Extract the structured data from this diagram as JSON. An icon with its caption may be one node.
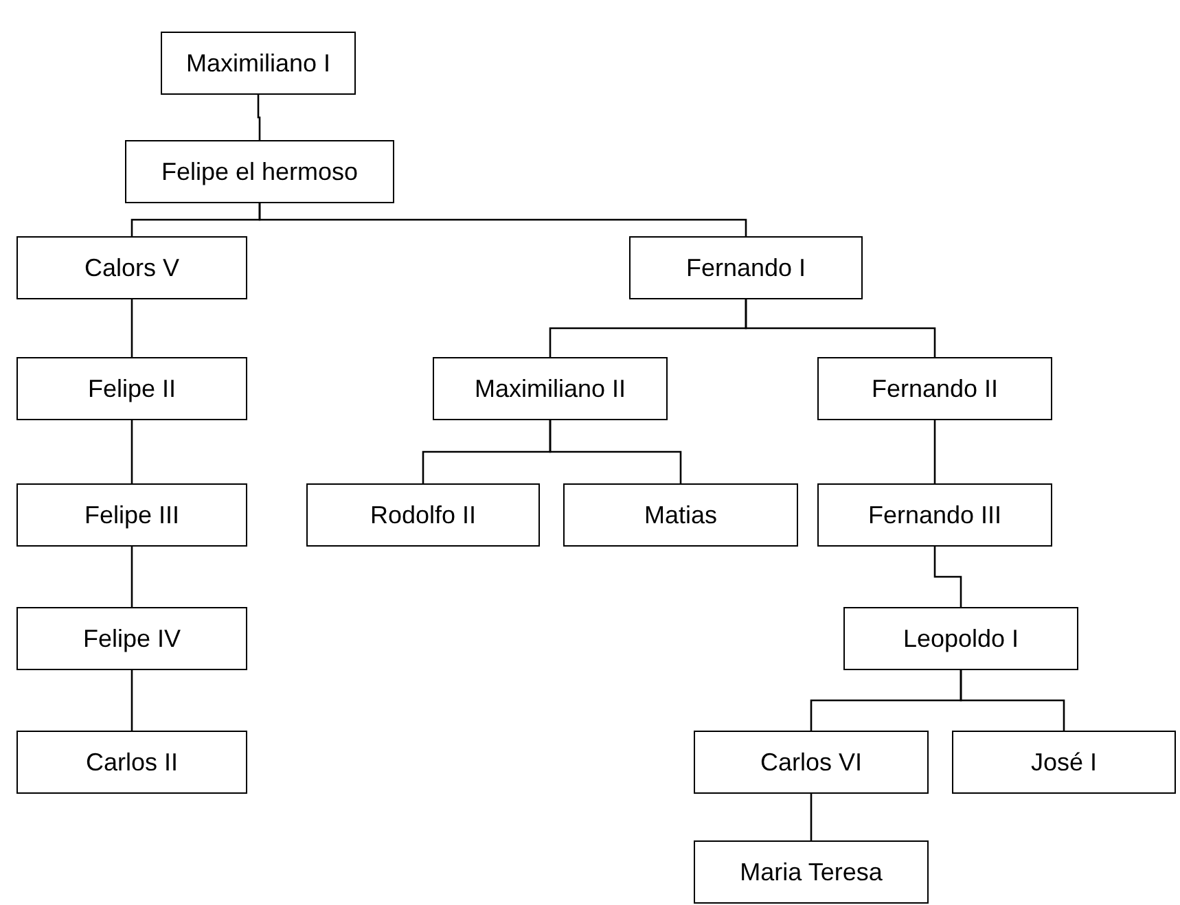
{
  "diagram": {
    "nodes": [
      {
        "text": [
          "Maximiliano I"
        ]
      },
      {
        "text": [
          "Felipe el hermoso"
        ]
      },
      {
        "text": [
          "Calors V"
        ]
      },
      {
        "text": [
          "Fernando I"
        ]
      },
      {
        "text": [
          "Felipe II"
        ]
      },
      {
        "text": [
          "Maximiliano II"
        ]
      },
      {
        "text": [
          "Fernando II"
        ]
      },
      {
        "text": [
          "Felipe III"
        ]
      },
      {
        "text": [
          "Rodolfo II"
        ]
      },
      {
        "text": [
          "Matias"
        ]
      },
      {
        "text": [
          "Fernando III"
        ]
      },
      {
        "text": [
          "Felipe IV"
        ]
      },
      {
        "text": [
          "Leopoldo I"
        ]
      },
      {
        "text": [
          "Carlos II"
        ]
      },
      {
        "text": [
          "Carlos VI"
        ]
      },
      {
        "text": [
          "José I"
        ]
      },
      {
        "text": [
          "Maria Teresa"
        ]
      }
    ],
    "edges": [
      {
        "from": 0,
        "to": 1,
        "arrow": "none"
      },
      {
        "from": 1,
        "to": 2,
        "arrow": "none"
      },
      {
        "from": 1,
        "to": 3,
        "arrow": "none"
      },
      {
        "from": 2,
        "to": 4,
        "arrow": "none"
      },
      {
        "from": 3,
        "to": 5,
        "arrow": "none"
      },
      {
        "from": 3,
        "to": 6,
        "arrow": "none"
      },
      {
        "from": 4,
        "to": 7,
        "arrow": "none"
      },
      {
        "from": 5,
        "to": 8,
        "arrow": "none"
      },
      {
        "from": 5,
        "to": 9,
        "arrow": "none"
      },
      {
        "from": 6,
        "to": 10,
        "arrow": "none"
      },
      {
        "from": 7,
        "to": 11,
        "arrow": "none"
      },
      {
        "from": 10,
        "to": 12,
        "arrow": "none"
      },
      {
        "from": 11,
        "to": 13,
        "arrow": "none"
      },
      {
        "from": 12,
        "to": 14,
        "arrow": "none"
      },
      {
        "from": 12,
        "to": 15,
        "arrow": "none"
      },
      {
        "from": 14,
        "to": 16,
        "arrow": "none"
      }
    ]
  }
}
